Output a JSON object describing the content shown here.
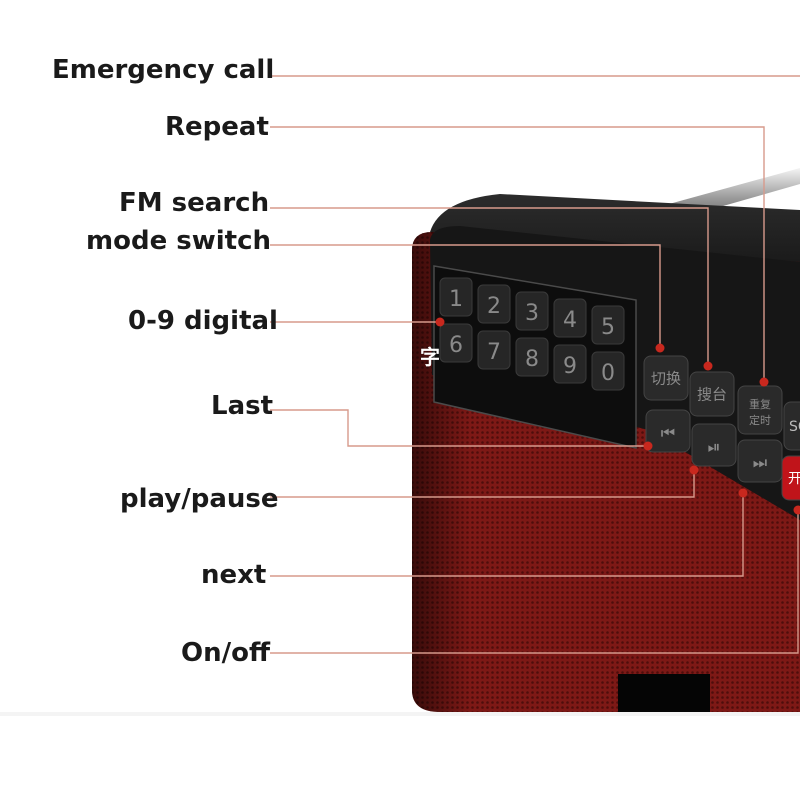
{
  "callouts": [
    {
      "id": "emergency-call",
      "label": "Emergency call"
    },
    {
      "id": "repeat",
      "label": "Repeat"
    },
    {
      "id": "fm-search",
      "label": "FM search"
    },
    {
      "id": "mode-switch",
      "label": "mode switch"
    },
    {
      "id": "digital-keys",
      "label": "0-9 digital"
    },
    {
      "id": "last",
      "label": "Last"
    },
    {
      "id": "play-pause",
      "label": "play/pause"
    },
    {
      "id": "next",
      "label": "next"
    },
    {
      "id": "on-off",
      "label": "On/off"
    }
  ],
  "keypad": {
    "row1": [
      "1",
      "2",
      "3",
      "4",
      "5"
    ],
    "row2": [
      "6",
      "7",
      "8",
      "9",
      "0"
    ]
  },
  "function_keys": {
    "switch": "切换",
    "search": "搜台",
    "repeat_top": "重复",
    "repeat_bottom": "定时",
    "sos": "SO",
    "power": "开关",
    "partial_text": "字"
  },
  "colors": {
    "leader_line": "#d79a8c",
    "body_red": "#7b1815",
    "panel_black": "#151515",
    "key_dark": "#262626",
    "key_text": "#8a8a8a"
  }
}
